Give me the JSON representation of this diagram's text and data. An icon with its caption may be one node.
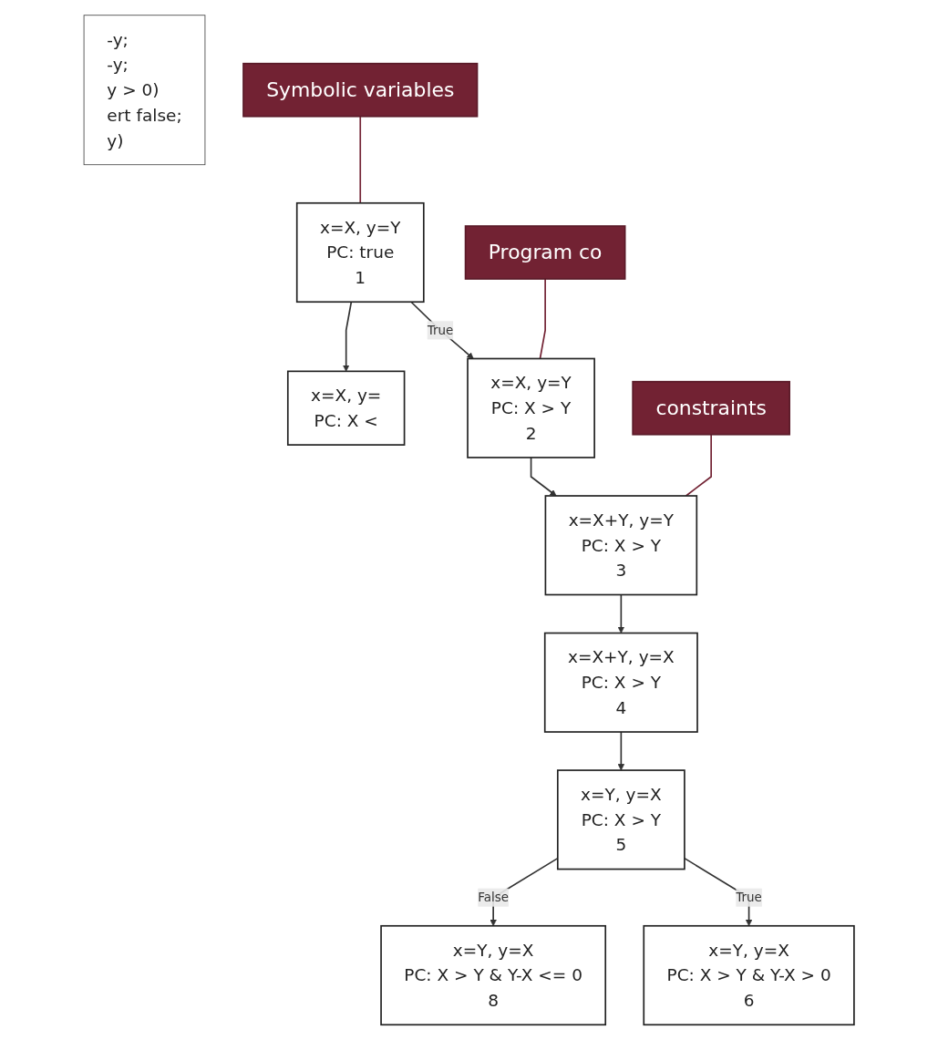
{
  "diagram": {
    "nodes": [
      {
        "text": [
          "-y;",
          "-y;",
          "y > 0)",
          "ert false;",
          "y)"
        ]
      },
      {
        "text": [
          "x=X, y=Y",
          "PC: true",
          "1"
        ]
      },
      {
        "text": [
          "Symbolic variables"
        ]
      },
      {
        "text": [
          "Program co"
        ]
      },
      {
        "text": [
          "x=X, y=Y",
          "PC: X > Y",
          "2"
        ]
      },
      {
        "text": [
          "x=X, y=",
          "PC: X <"
        ]
      },
      {
        "text": [
          "x=X+Y, y=Y",
          "PC: X > Y",
          "3"
        ]
      },
      {
        "text": [
          "constraints"
        ]
      },
      {
        "text": [
          "x=X+Y, y=X",
          "PC: X > Y",
          "4"
        ]
      },
      {
        "text": [
          "x=Y, y=X",
          "PC: X > Y",
          "5"
        ]
      },
      {
        "text": [
          "x=Y, y=X",
          "PC: X > Y & Y-X > 0",
          "6"
        ]
      },
      {
        "text": [
          "x=Y, y=X",
          "PC: X > Y & Y-X <= 0",
          "8"
        ]
      }
    ],
    "edges": [
      {
        "from": 1,
        "to": 4,
        "arrow": "to",
        "label": "True"
      },
      {
        "from": 1,
        "to": 5,
        "arrow": "to"
      },
      {
        "from": 4,
        "to": 6,
        "arrow": "to"
      },
      {
        "from": 6,
        "to": 8,
        "arrow": "to"
      },
      {
        "from": 8,
        "to": 9,
        "arrow": "to"
      },
      {
        "from": 9,
        "to": 10,
        "arrow": "to",
        "label": "True"
      },
      {
        "from": 9,
        "to": 11,
        "arrow": "to",
        "label": "False"
      },
      {
        "from": 2,
        "to": 1,
        "arrow": "none",
        "color": "#722233"
      },
      {
        "from": 3,
        "to": 4,
        "arrow": "none",
        "color": "#722233"
      },
      {
        "from": 7,
        "to": 6,
        "arrow": "none",
        "color": "#722233"
      }
    ]
  }
}
